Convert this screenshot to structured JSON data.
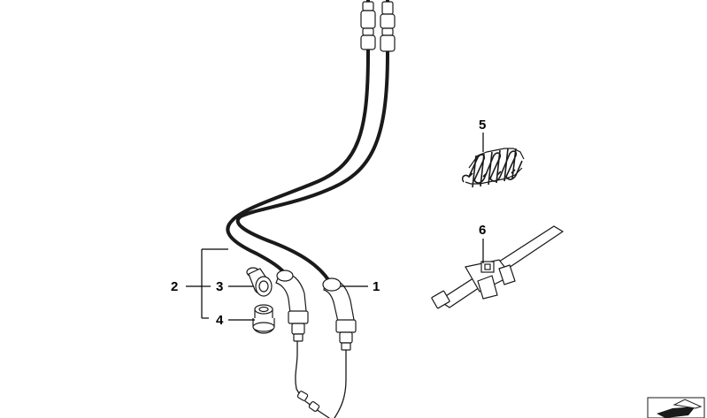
{
  "callouts": {
    "c1": "1",
    "c2": "2",
    "c3": "3",
    "c4": "4",
    "c5": "5",
    "c6": "6"
  },
  "corner_icon": "diagram-id-arrow-icon"
}
